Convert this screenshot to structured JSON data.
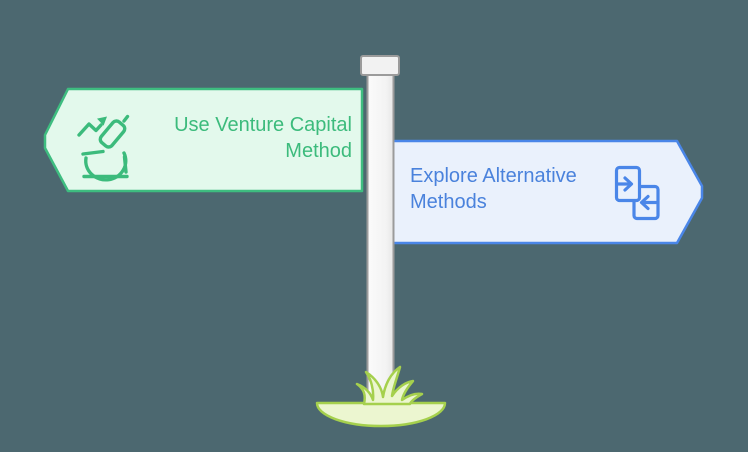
{
  "diagram": {
    "kind": "decision-signpost"
  },
  "signs": {
    "venture": {
      "label": "Use Venture Capital Method",
      "icon": "microscope-growth-icon",
      "direction": "left"
    },
    "alternative": {
      "label": "Explore Alternative Methods",
      "icon": "compare-transfer-icon",
      "direction": "right"
    }
  },
  "colors": {
    "background": "#4C6870",
    "green_fill": "#E3F9EC",
    "green_border": "#3EBD80",
    "green_text": "#3CBB7C",
    "green_icon": "#3CBB7C",
    "blue_fill": "#EAF1FC",
    "blue_border": "#4A86E8",
    "blue_text": "#4A82DC",
    "pole_fill": "#F2F2F2",
    "pole_border": "#9B9B9B",
    "grass_fill": "#ECF6D0",
    "grass_border": "#A5D04D"
  }
}
